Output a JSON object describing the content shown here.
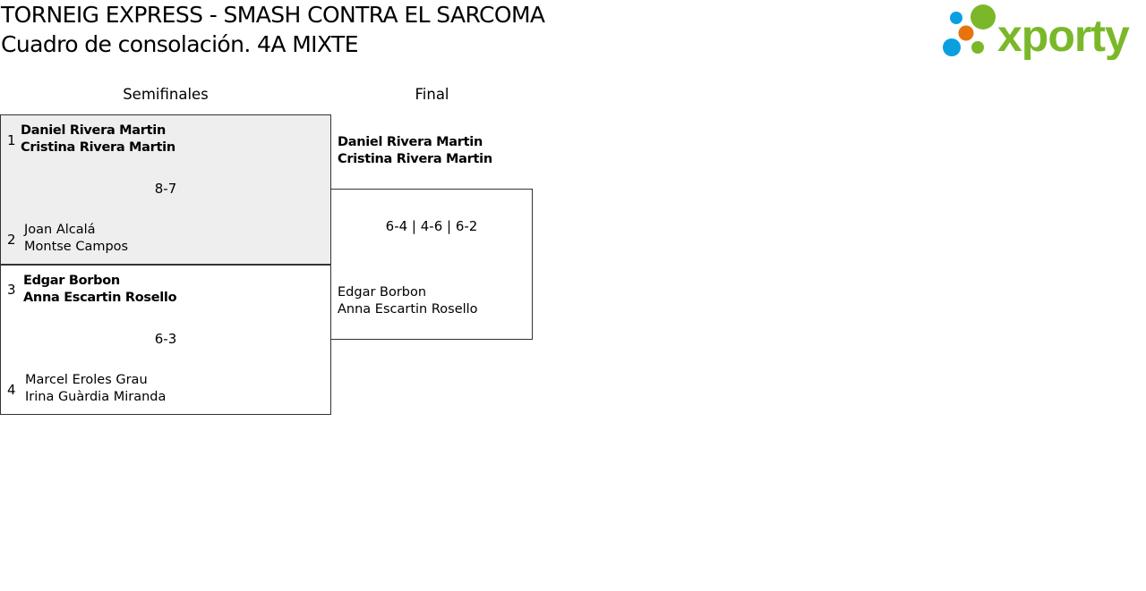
{
  "header": {
    "title": "TORNEIG EXPRESS - SMASH CONTRA EL SARCOMA",
    "subtitle": "Cuadro de consolación. 4A MIXTE",
    "logo_text": "xporty"
  },
  "colors": {
    "green": "#7ab829",
    "blue": "#0aa0e0",
    "orange": "#e8720c",
    "highlight": "#eeeeee"
  },
  "rounds": [
    {
      "label": "Semifinales"
    },
    {
      "label": "Final"
    }
  ],
  "semifinals": [
    {
      "score": "8-7",
      "teams": [
        {
          "seed": "1",
          "p1": "Daniel Rivera Martin",
          "p2": "Cristina Rivera Martin",
          "winner": true
        },
        {
          "seed": "2",
          "p1": "Joan Alcalá",
          "p2": "Montse Campos",
          "winner": false
        }
      ]
    },
    {
      "score": "6-3",
      "teams": [
        {
          "seed": "3",
          "p1": "Edgar Borbon",
          "p2": "Anna Escartin Rosello",
          "winner": true
        },
        {
          "seed": "4",
          "p1": "Marcel Eroles Grau",
          "p2": "Irina Guàrdia Miranda",
          "winner": false
        }
      ]
    }
  ],
  "final": {
    "score": "6-4 | 4-6 | 6-2",
    "teams": [
      {
        "p1": "Daniel Rivera Martin",
        "p2": "Cristina Rivera Martin",
        "winner": true
      },
      {
        "p1": "Edgar Borbon",
        "p2": "Anna Escartin Rosello",
        "winner": false
      }
    ]
  }
}
